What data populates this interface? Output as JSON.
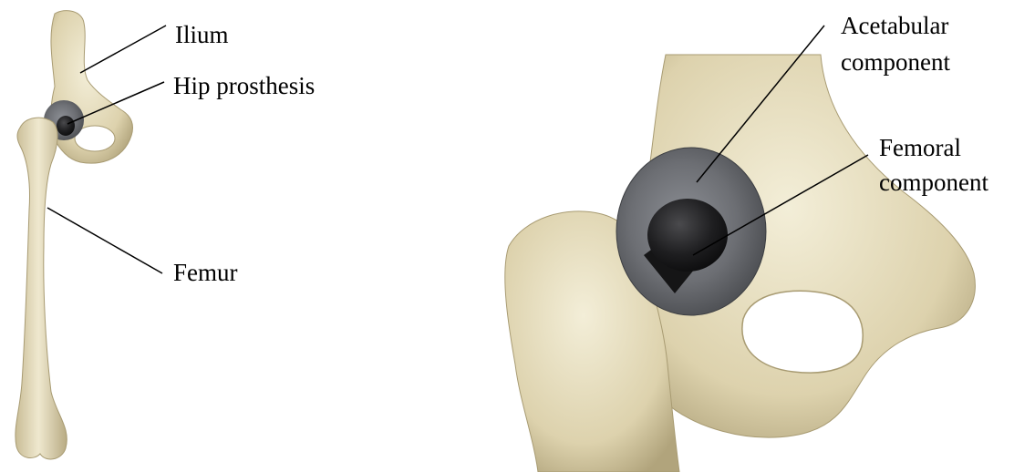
{
  "left_view": {
    "labels": {
      "ilium": "Ilium",
      "hip_prosthesis": "Hip prosthesis",
      "femur": "Femur"
    }
  },
  "right_view": {
    "labels": {
      "acetabular_line1": "Acetabular",
      "acetabular_line2": "component",
      "femoral_line1": "Femoral",
      "femoral_line2": "component"
    }
  },
  "colors": {
    "bone": "#e8dfc0",
    "bone_shadow": "#b9ad86",
    "implant_cup": "#6d6f74",
    "implant_head": "#1c1c1e"
  }
}
